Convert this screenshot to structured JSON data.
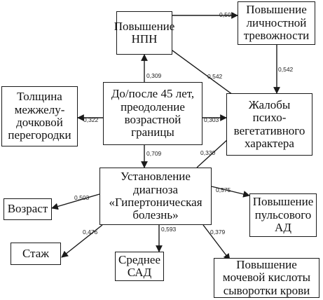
{
  "nodes": {
    "npn": "Повышение\nНПН",
    "anxiety": "Повышение\nличностной\nтревожности",
    "septum": "Толщина\nмежжелу-\nдочковой\nперегородки",
    "age45": "До/после 45 лет,\nпреодоление\nвозрастной\nграницы",
    "complaints": "Жалобы\nпсихо-\nвегетативного\nхарактера",
    "diagnosis": "Установление\nдиагноза\n«Гипертоническая\nболезнь»",
    "age": "Возраст",
    "pulse_pressure": "Повышение\nпульсового\nАД",
    "experience": "Стаж",
    "mean_sbp": "Среднее\nСАД",
    "uric_acid": "Повышение\nмочевой кислоты\nсыворотки крови"
  },
  "edges": [
    {
      "from": "npn",
      "to": "anxiety",
      "label": "0,508"
    },
    {
      "from": "anxiety",
      "to": "complaints",
      "label": "0,542"
    },
    {
      "from": "npn",
      "to": "complaints",
      "label": "0,542"
    },
    {
      "from": "age45",
      "to": "npn",
      "label": "0,309"
    },
    {
      "from": "age45",
      "to": "septum",
      "label": "0,322"
    },
    {
      "from": "age45",
      "to": "complaints",
      "label": "0,303"
    },
    {
      "from": "age45",
      "to": "diagnosis",
      "label": "0,709"
    },
    {
      "from": "diagnosis",
      "to": "complaints",
      "label": "0,330"
    },
    {
      "from": "diagnosis",
      "to": "age",
      "label": "0,503"
    },
    {
      "from": "diagnosis",
      "to": "pulse_pressure",
      "label": "0,575"
    },
    {
      "from": "diagnosis",
      "to": "experience",
      "label": "0,476"
    },
    {
      "from": "diagnosis",
      "to": "mean_sbp",
      "label": "0,593"
    },
    {
      "from": "diagnosis",
      "to": "uric_acid",
      "label": "0,379"
    }
  ]
}
